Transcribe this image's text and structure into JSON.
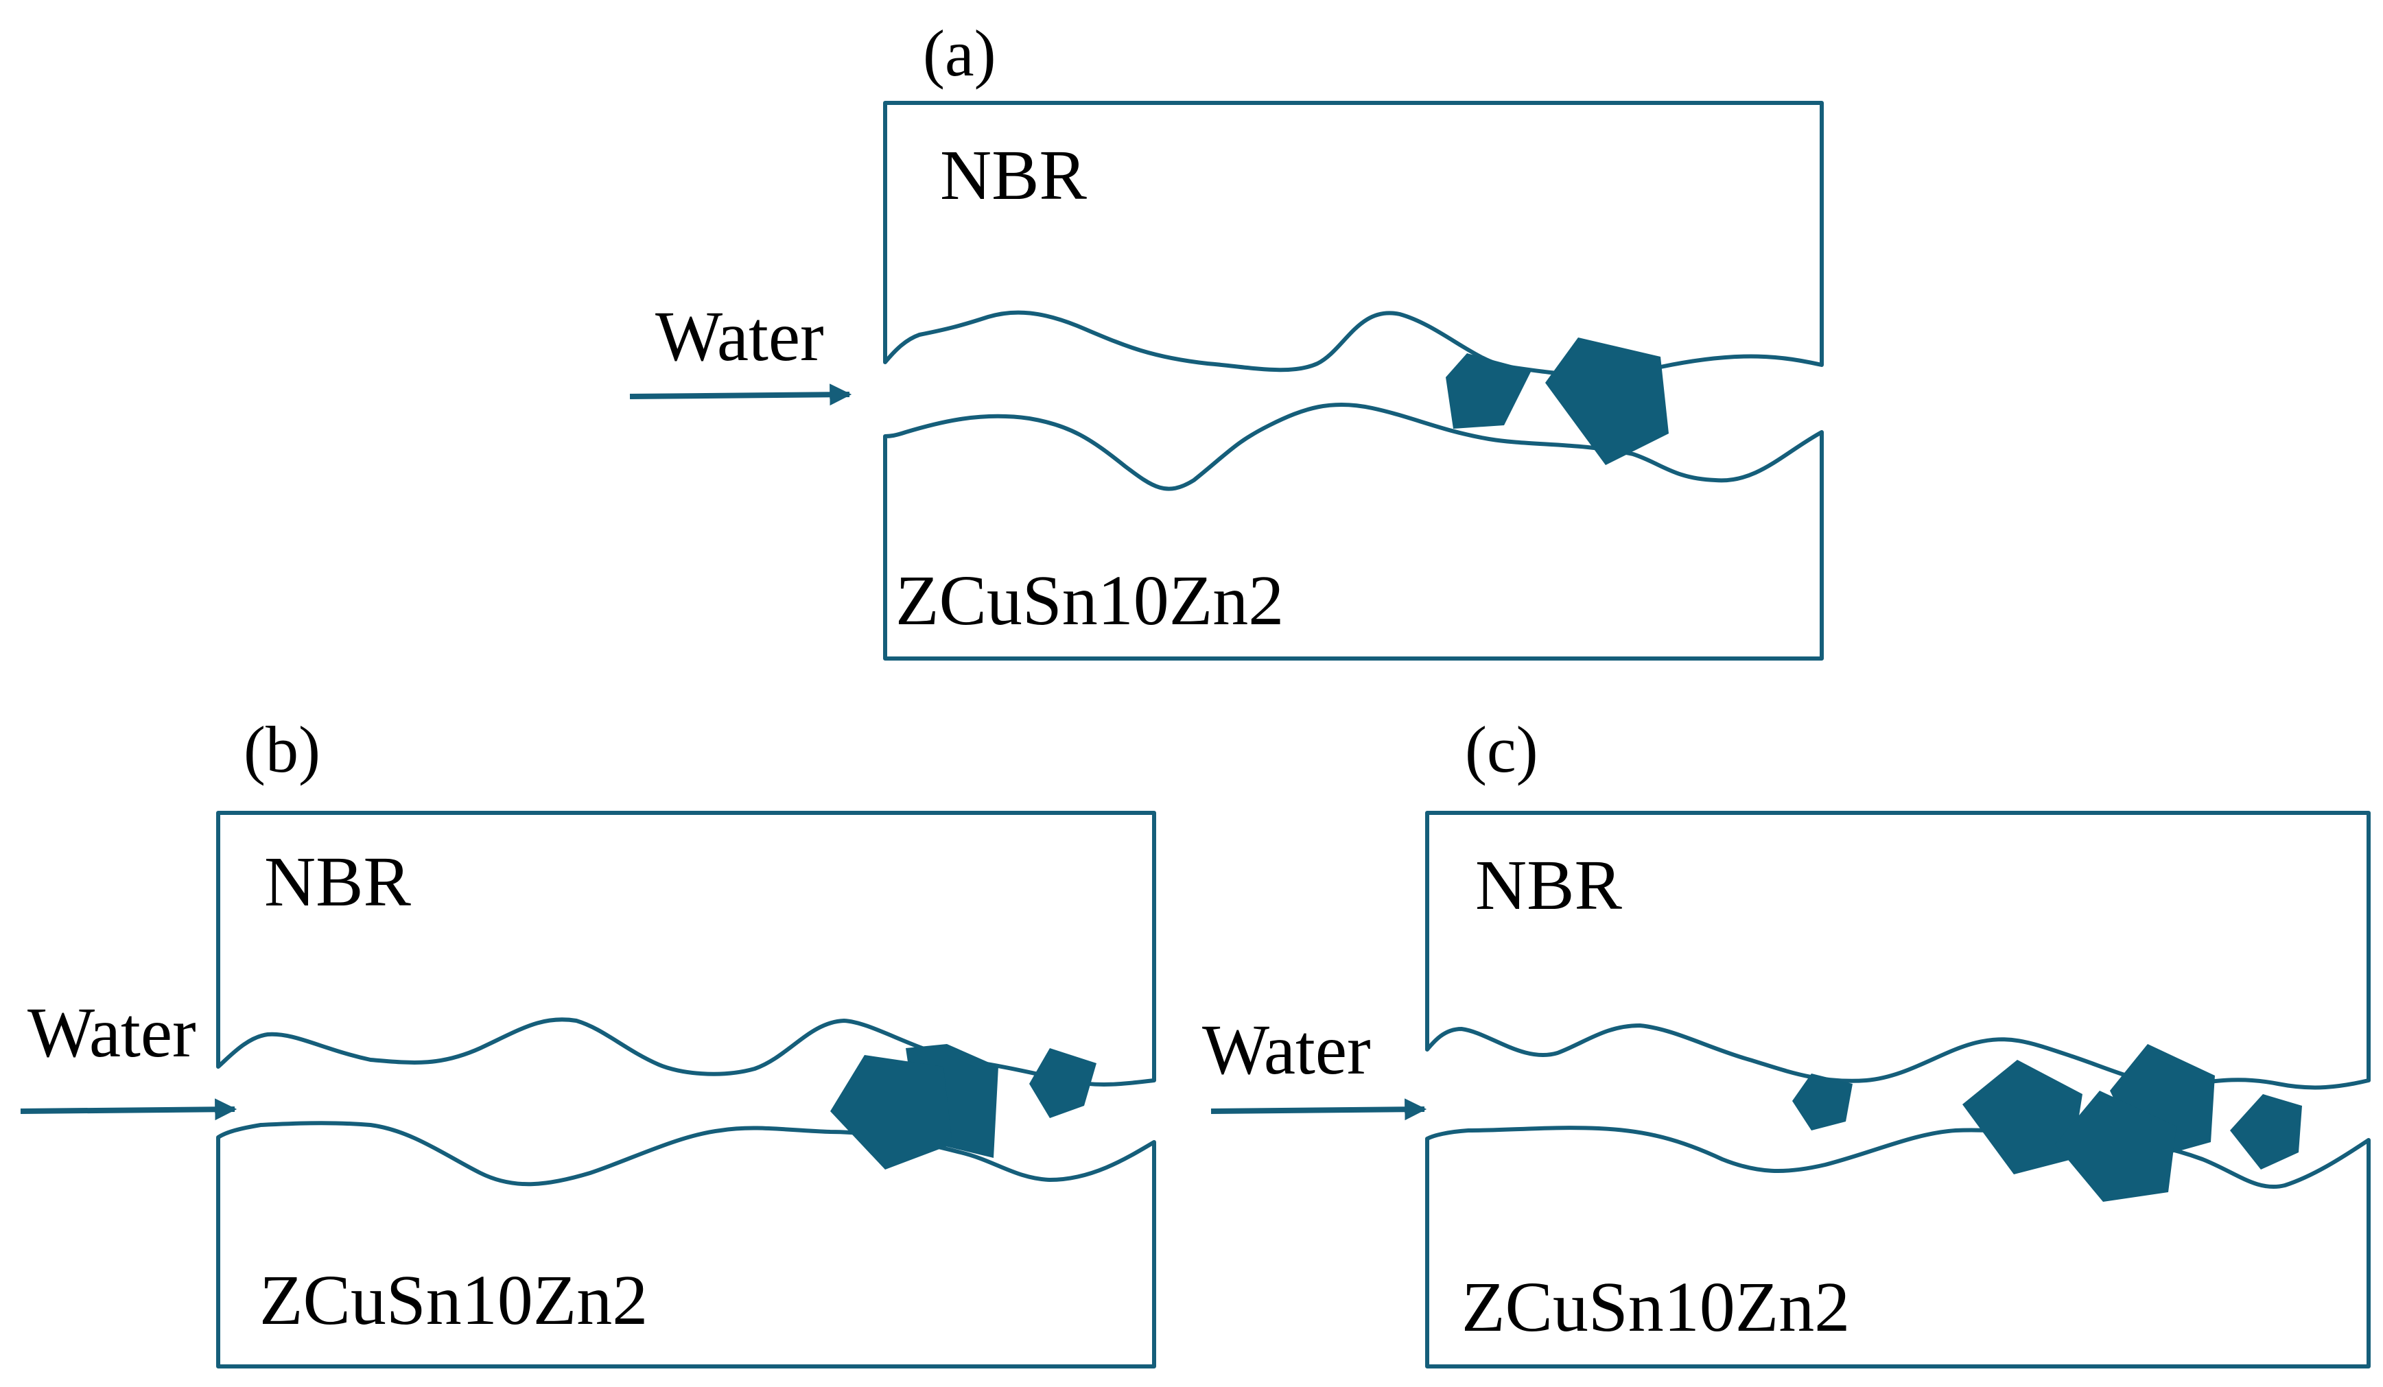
{
  "colors": {
    "accent": "#155E7A",
    "debris": "#115D79",
    "text": "#000000",
    "background": "#ffffff"
  },
  "panels": [
    {
      "id": "a",
      "label": "(a)",
      "upper_material": "NBR",
      "lower_material": "ZCuSn10Zn2",
      "flow_label": "Water",
      "debris_count": 2
    },
    {
      "id": "b",
      "label": "(b)",
      "upper_material": "NBR",
      "lower_material": "ZCuSn10Zn2",
      "flow_label": "Water",
      "debris_count": 3
    },
    {
      "id": "c",
      "label": "(c)",
      "upper_material": "NBR",
      "lower_material": "ZCuSn10Zn2",
      "flow_label": "Water",
      "debris_count": 5
    }
  ],
  "icons": {
    "flow_arrow": "arrow-right-icon",
    "debris": "pentagon-icon"
  }
}
